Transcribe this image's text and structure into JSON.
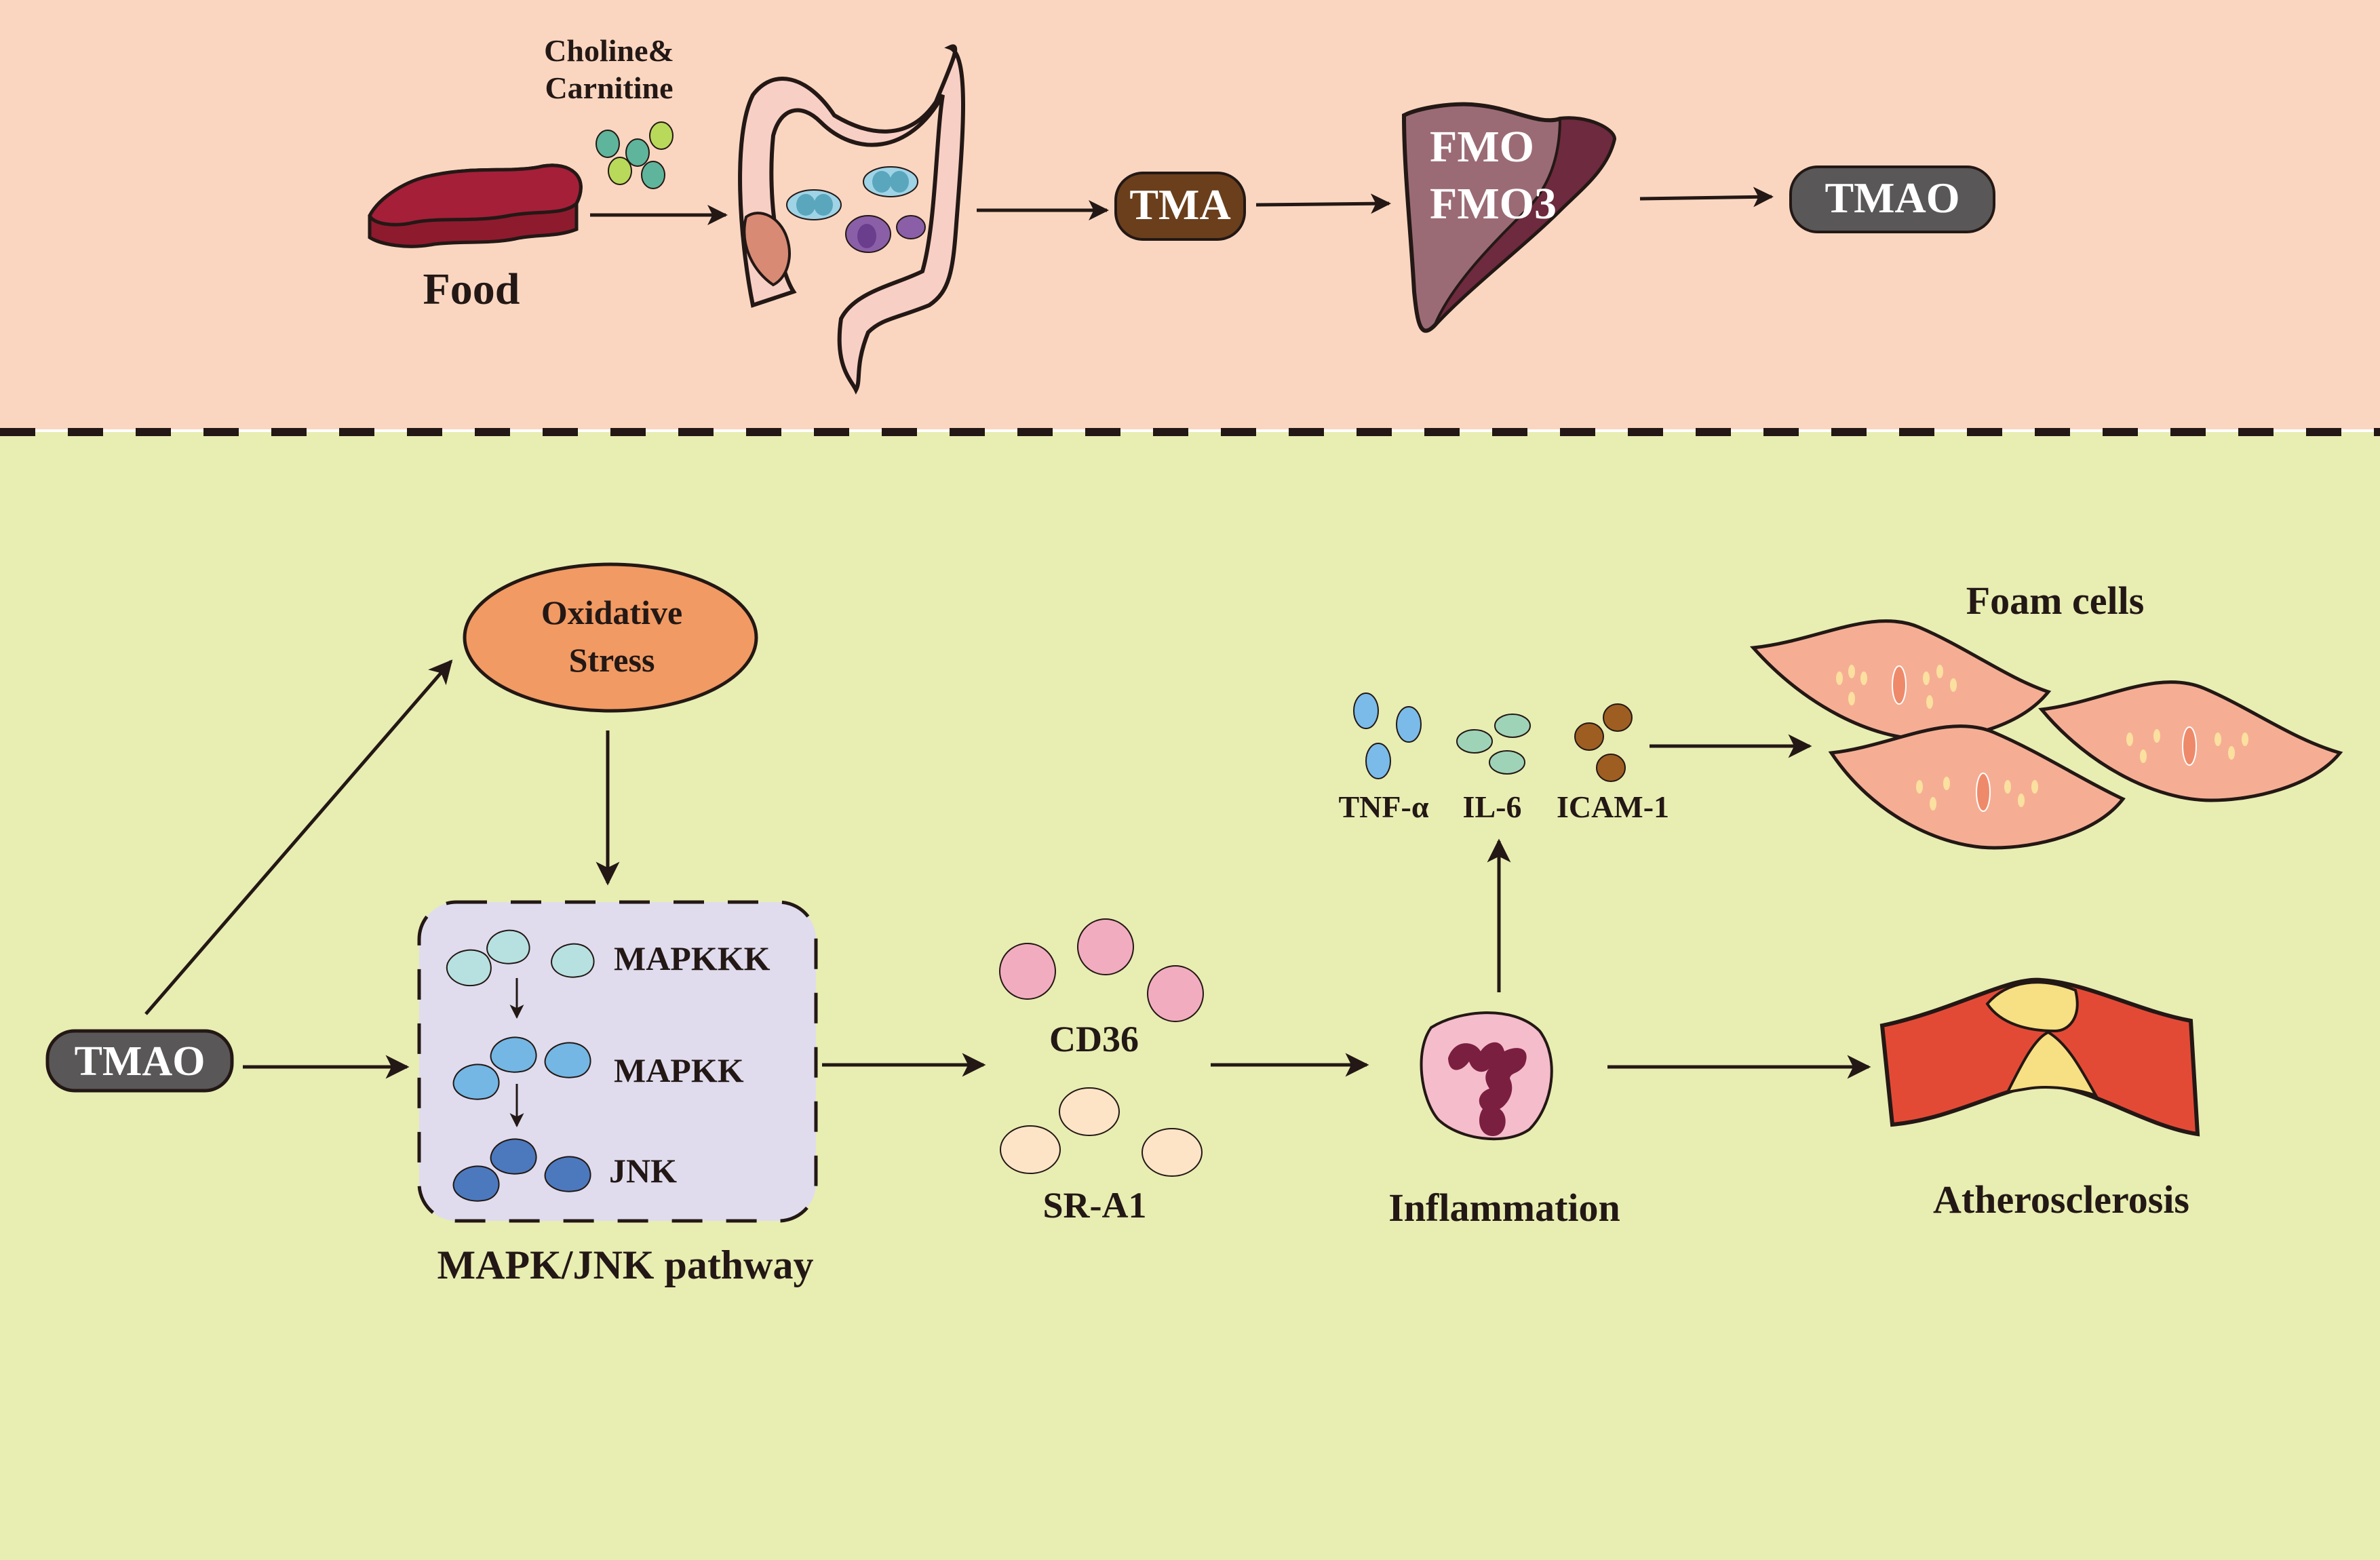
{
  "colors": {
    "top_panel_bg": "#fad6c0",
    "bottom_panel_bg": "#e8edb2",
    "divider": "#231815",
    "tma_box": "#6b3f1c",
    "tmao_box": "#595757",
    "oxidative_stress_fill": "#f19a63",
    "mapk_box_fill": "#e0dcee",
    "mapkkk_color": "#b7e1e0",
    "mapkk_color": "#74b6e4",
    "jnk_color": "#4c79be",
    "cd36_color": "#f2acc0",
    "sra1_color": "#fde4c7",
    "tnf_color": "#7abbe9",
    "il6_color": "#9fd3b8",
    "icam_color": "#9e5e22",
    "foam_cell_color": "#f5ae94",
    "liver_color": "#9b6b75",
    "meat_color": "#a01d35",
    "arrow_color": "#231815"
  },
  "top_panel": {
    "food_label": "Food",
    "nutrient_label_line1": "Choline&",
    "nutrient_label_line2": "Carnitine",
    "tma_label": "TMA",
    "liver_enzyme_line1": "FMO",
    "liver_enzyme_line2": "FMO3",
    "tmao_label": "TMAO"
  },
  "bottom_panel": {
    "tmao_label": "TMAO",
    "oxidative_stress_line1": "Oxidative",
    "oxidative_stress_line2": "Stress",
    "mapk_cascade": [
      "MAPKKK",
      "MAPKK",
      "JNK"
    ],
    "mapk_pathway_label": "MAPK/JNK pathway",
    "receptor_top_label": "CD36",
    "receptor_bottom_label": "SR-A1",
    "inflammation_label": "Inflammation",
    "cytokines": [
      "TNF-α",
      "IL-6",
      "ICAM-1"
    ],
    "foam_cells_label": "Foam cells",
    "atherosclerosis_label": "Atherosclerosis"
  }
}
